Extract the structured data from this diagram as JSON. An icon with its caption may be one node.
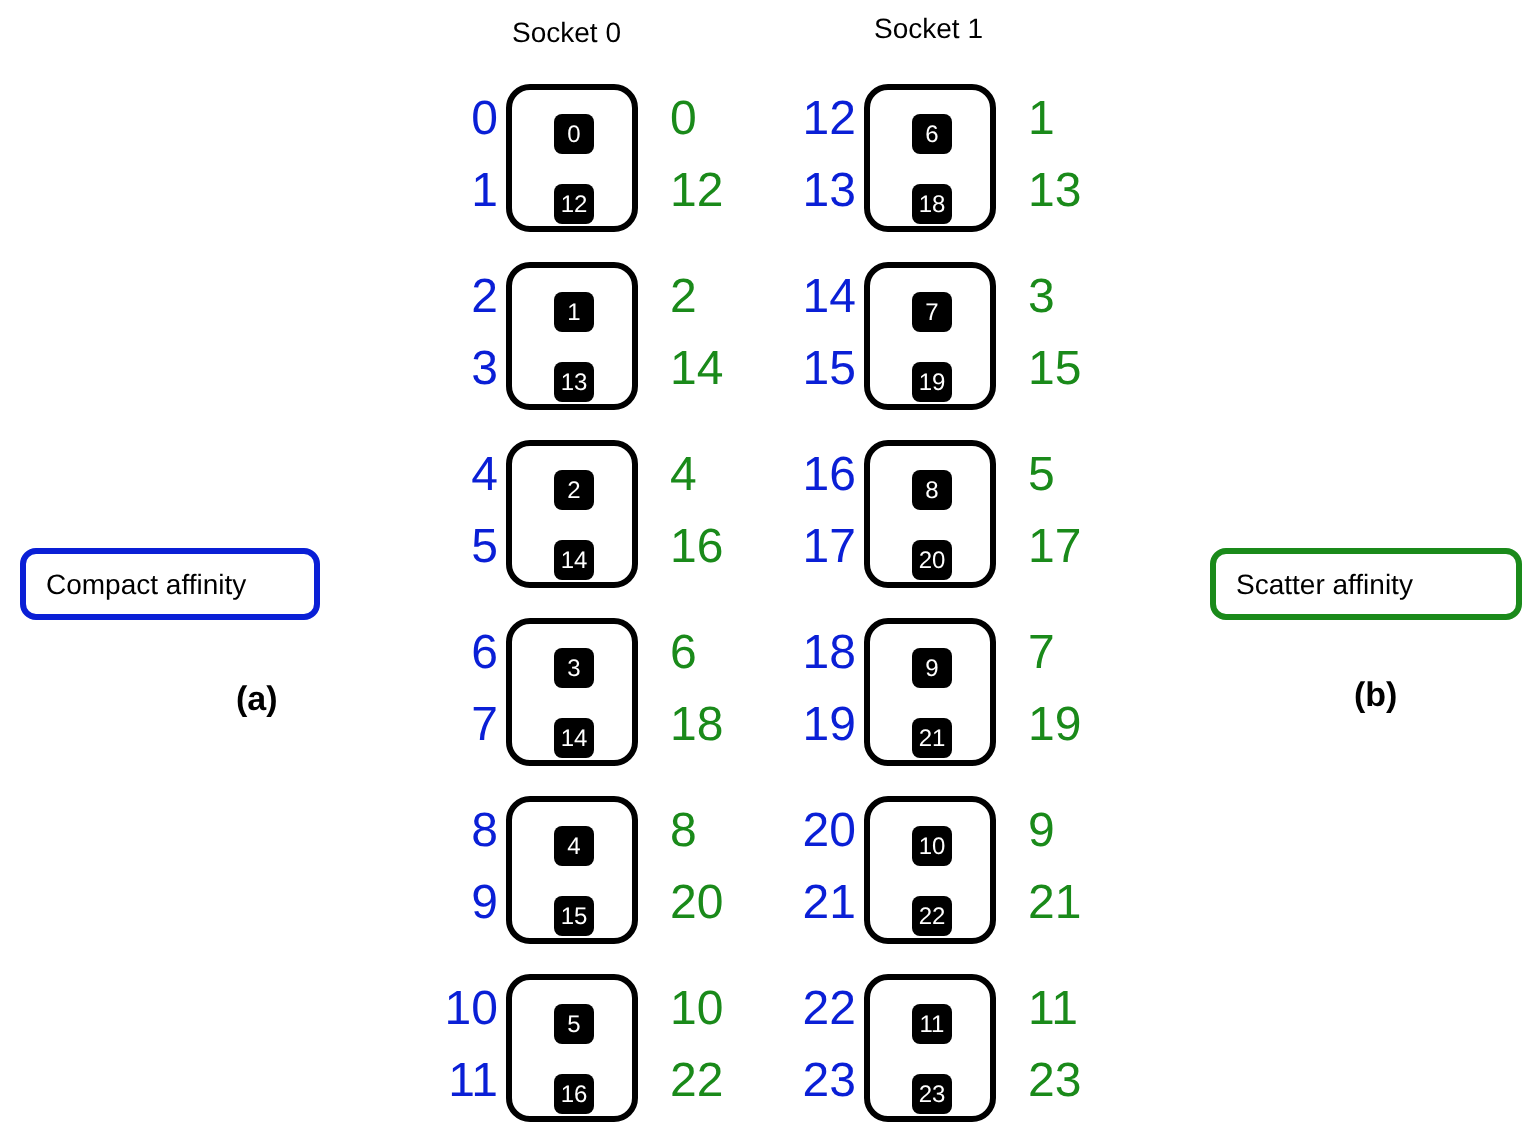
{
  "diagram": {
    "nodes": [
      {
        "text": [
          "Compact affinity"
        ]
      },
      {
        "text": [],
        "shape": "box",
        "beside": [
          "0",
          "1",
          "0",
          "12"
        ]
      },
      {
        "text": [
          "0"
        ],
        "in": 1
      },
      {
        "text": [
          "12"
        ],
        "in": 1
      },
      {
        "text": [],
        "shape": "box",
        "beside": [
          "12",
          "13",
          "1",
          "13"
        ]
      },
      {
        "text": [
          "6"
        ],
        "in": 4
      },
      {
        "text": [
          "18"
        ],
        "in": 4
      },
      {
        "text": [],
        "shape": "box",
        "beside": [
          "2",
          "3",
          "2",
          "14"
        ]
      },
      {
        "text": [
          "1"
        ],
        "in": 7
      },
      {
        "text": [
          "13"
        ],
        "in": 7
      },
      {
        "text": [],
        "shape": "box",
        "beside": [
          "14",
          "15",
          "3",
          "15"
        ]
      },
      {
        "text": [
          "7"
        ],
        "in": 10
      },
      {
        "text": [
          "19"
        ],
        "in": 10
      },
      {
        "text": [],
        "shape": "box",
        "beside": [
          "4",
          "5",
          "4",
          "16"
        ]
      },
      {
        "text": [
          "2"
        ],
        "in": 13
      },
      {
        "text": [
          "14"
        ],
        "in": 13
      },
      {
        "text": [],
        "shape": "box",
        "beside": [
          "16",
          "17",
          "5",
          "17"
        ]
      },
      {
        "text": [
          "8"
        ],
        "in": 16
      },
      {
        "text": [
          "20"
        ],
        "in": 16
      },
      {
        "text": [],
        "shape": "box",
        "beside": [
          "6",
          "7",
          "6",
          "18"
        ]
      },
      {
        "text": [
          "3"
        ],
        "in": 19
      },
      {
        "text": [
          "14"
        ],
        "in": 19
      },
      {
        "text": [],
        "shape": "box",
        "beside": [
          "18",
          "19",
          "7",
          "19"
        ]
      },
      {
        "text": [
          "9"
        ],
        "in": 22
      },
      {
        "text": [
          "21"
        ],
        "in": 22
      },
      {
        "text": [],
        "shape": "box",
        "beside": [
          "8",
          "9",
          "8",
          "20"
        ]
      },
      {
        "text": [
          "4"
        ],
        "in": 25
      },
      {
        "text": [
          "15"
        ],
        "in": 25
      },
      {
        "text": [],
        "shape": "box",
        "beside": [
          "20",
          "21",
          "9",
          "21"
        ]
      },
      {
        "text": [
          "10"
        ],
        "in": 28
      },
      {
        "text": [
          "22"
        ],
        "in": 28
      },
      {
        "text": [],
        "shape": "box",
        "beside": [
          "10",
          "11",
          "10",
          "22"
        ]
      },
      {
        "text": [
          "5"
        ],
        "in": 31
      },
      {
        "text": [
          "16"
        ],
        "in": 31
      },
      {
        "text": [],
        "shape": "box",
        "beside": [
          "22",
          "23",
          "11",
          "23"
        ]
      },
      {
        "text": [
          "11"
        ],
        "in": 34
      },
      {
        "text": [
          "23"
        ],
        "in": 34
      },
      {
        "text": [
          "Scatter affinity"
        ]
      }
    ],
    "labels": [
      "Socket 0",
      "Socket 1",
      "(a)",
      "(b)"
    ]
  }
}
